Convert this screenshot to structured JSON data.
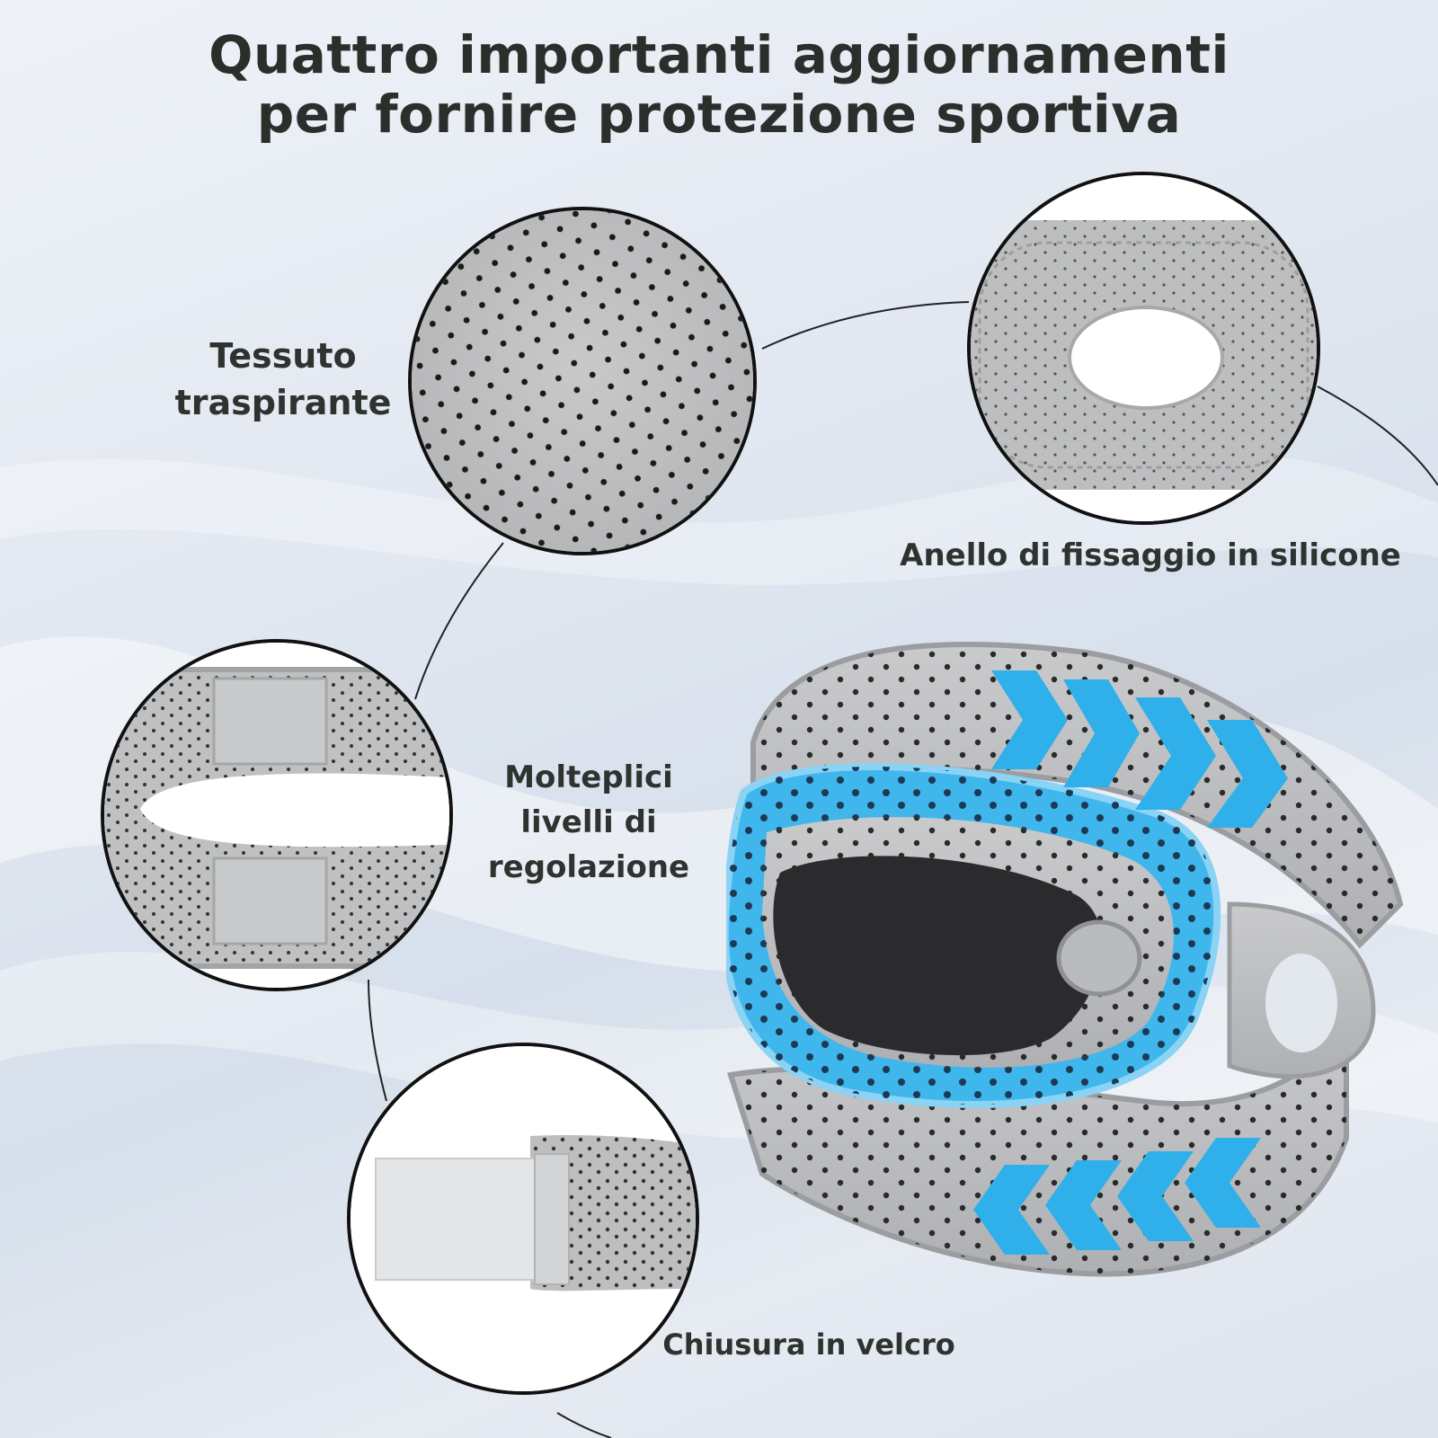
{
  "title": {
    "line1": "Quattro importanti aggiornamenti",
    "line2": "per fornire protezione sportiva"
  },
  "features": {
    "tessuto": {
      "line1": "Tessuto",
      "line2": "traspirante"
    },
    "anello": {
      "label": "Anello di fissaggio in silicone"
    },
    "multipli": {
      "line1": "Molteplici",
      "line2": "livelli di",
      "line3": "regolazione"
    },
    "velcro": {
      "label": "Chiusura in velcro"
    }
  },
  "colors": {
    "accent_blue": "#2fb0ea",
    "fabric_grey": "#c4c6c8",
    "text_dark": "#2e332f",
    "background": "#e2e8f1"
  },
  "icons": {
    "product": "knee-strap-image",
    "detail_1": "perforated-fabric-image",
    "detail_2": "silicone-ring-image",
    "detail_3": "adjustment-strap-image",
    "detail_4": "velcro-strap-image"
  }
}
